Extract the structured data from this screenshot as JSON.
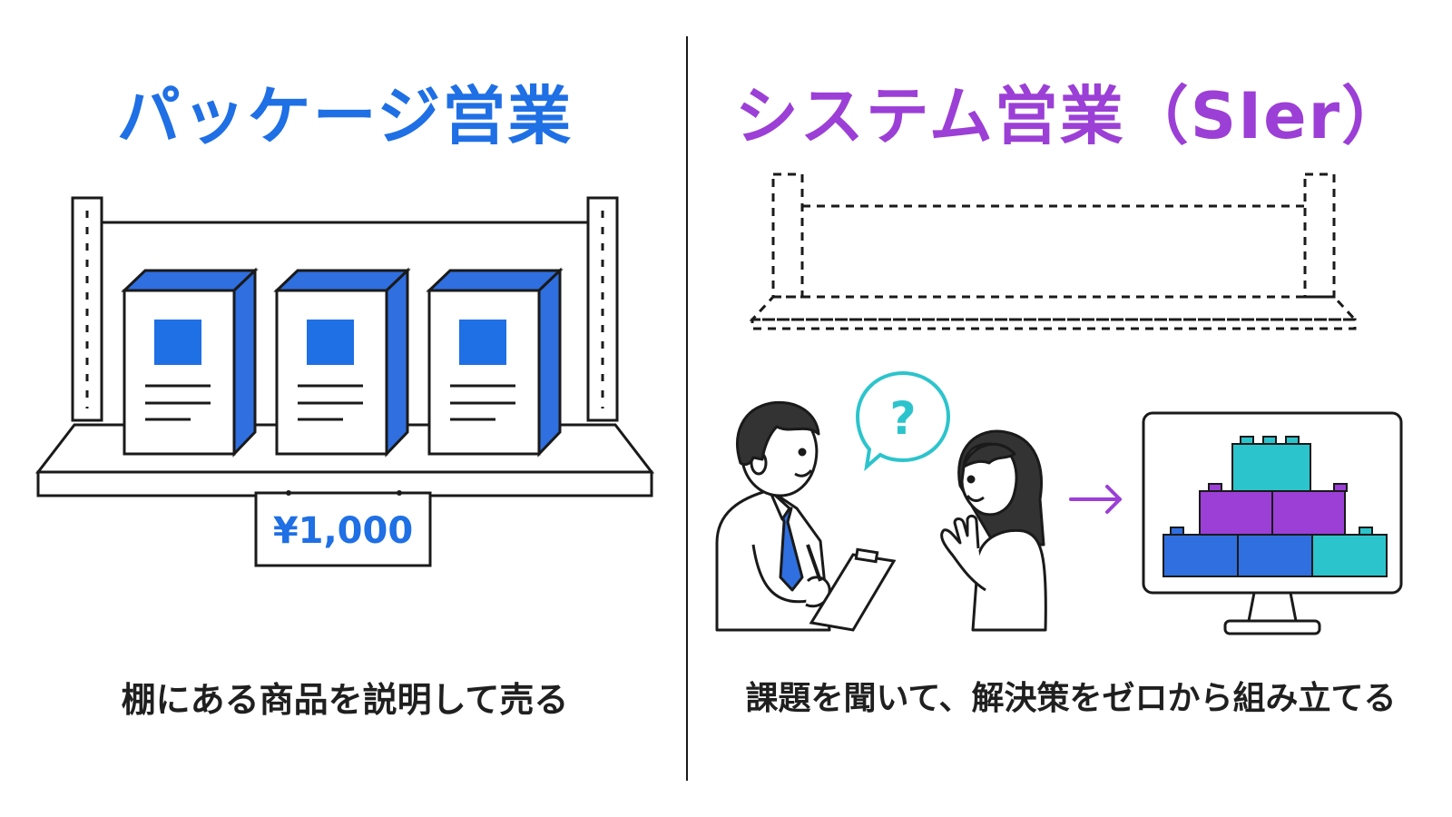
{
  "left": {
    "title": "パッケージ営業",
    "price_tag": "¥1,000",
    "caption": "棚にある商品を説明して売る"
  },
  "right": {
    "title": "システム営業（SIer）",
    "bubble_symbol": "?",
    "caption": "課題を聞いて、解決策をゼロから組み立てる"
  },
  "colors": {
    "left_accent": "#1f6fe5",
    "right_accent": "#9b3fd6",
    "teal": "#2cc4cc",
    "line": "#1a1a1a"
  },
  "icons": [
    "shelf",
    "product-box",
    "price-tag",
    "dashed-empty-shelf",
    "salesperson",
    "customer",
    "question-bubble",
    "arrow-right-icon",
    "monitor",
    "building-blocks"
  ]
}
